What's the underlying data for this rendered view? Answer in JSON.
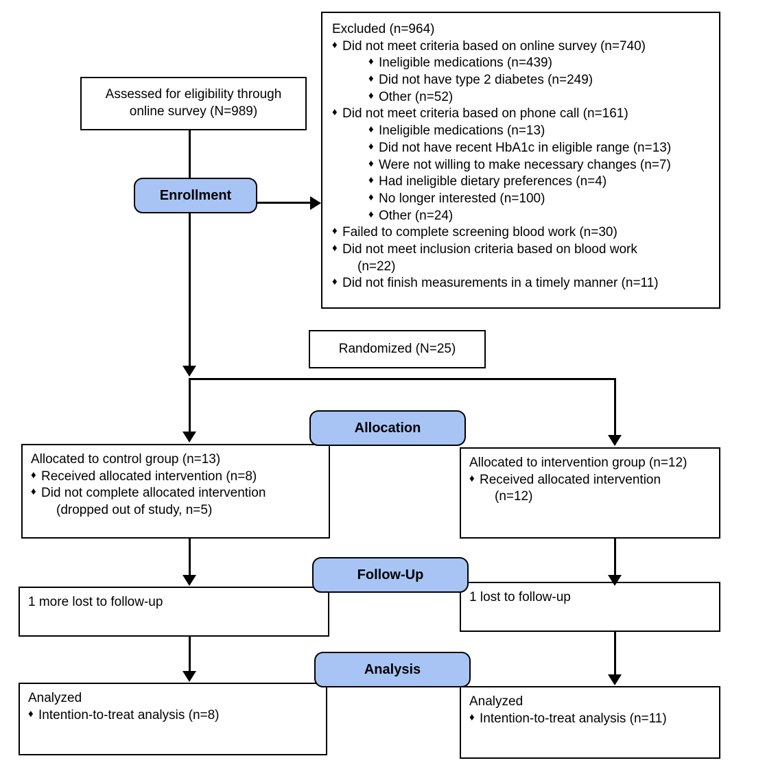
{
  "diagram": {
    "type": "consort-flow-diagram",
    "stage_fill_color": "#a8c4f5",
    "border_color": "#000000",
    "background_color": "#ffffff"
  },
  "stages": {
    "enrollment": "Enrollment",
    "allocation": "Allocation",
    "followup": "Follow-Up",
    "analysis": "Analysis"
  },
  "assessed": {
    "line1": "Assessed for eligibility through",
    "line2": "online survey (N=989)"
  },
  "excluded": {
    "title": "Excluded (n=964)",
    "items": [
      {
        "label": "Did not meet criteria based on online survey (n=740)",
        "children": [
          "Ineligible medications (n=439)",
          "Did not have type 2 diabetes (n=249)",
          "Other (n=52)"
        ]
      },
      {
        "label": "Did not meet criteria based on phone call (n=161)",
        "children": [
          "Ineligible medications (n=13)",
          "Did not have recent HbA1c in eligible range (n=13)",
          "Were not willing to make necessary changes (n=7)",
          "Had ineligible dietary preferences (n=4)",
          "No longer interested (n=100)",
          "Other (n=24)"
        ]
      },
      {
        "label": "Failed to complete screening blood work (n=30)",
        "children": []
      },
      {
        "label": "Did not meet inclusion criteria based on blood work",
        "continuation": "(n=22)",
        "children": []
      },
      {
        "label": "Did not finish measurements in a timely manner (n=11)",
        "children": []
      }
    ]
  },
  "randomized": {
    "label": "Randomized (N=25)"
  },
  "allocation_left": {
    "title": "Allocated to control group (n=13)",
    "items": [
      {
        "label": "Received allocated intervention (n=8)"
      },
      {
        "label": "Did not complete allocated intervention",
        "continuation": "(dropped out of study, n=5)"
      }
    ]
  },
  "allocation_right": {
    "title": "Allocated to intervention group (n=12)",
    "items": [
      {
        "label": "Received allocated intervention",
        "continuation": "(n=12)"
      }
    ]
  },
  "followup_left": {
    "title": "1 more lost to follow-up"
  },
  "followup_right": {
    "title": "1 lost to follow-up"
  },
  "analysis_left": {
    "title": "Analyzed",
    "items": [
      {
        "label": "Intention-to-treat analysis (n=8)"
      }
    ]
  },
  "analysis_right": {
    "title": "Analyzed",
    "items": [
      {
        "label": "Intention-to-treat analysis (n=11)"
      }
    ]
  }
}
